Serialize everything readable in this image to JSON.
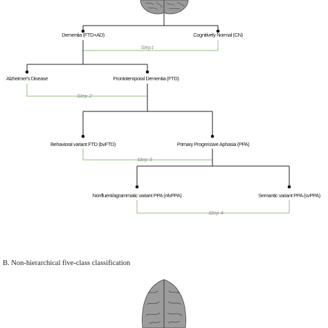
{
  "hierarchical": {
    "nodes": {
      "dementia": "Dementia (FTD+AD)",
      "cn": "Cognitively Normal (CN)",
      "ad": "Alzheimer's Disease",
      "ftd": "Frontotemporal Dementia (FTD)",
      "bvftd": "Behavioral variant FTD (bvFTD)",
      "ppa": "Primary Progressive Aphasia (PPA)",
      "nfvppa": "Nonfluent/agrammatic variant PPA (nfvPPA)",
      "svppa": "Semantic variant PPA (svPPA)"
    },
    "steps": {
      "step1": "Step1",
      "step2": "Step 2",
      "step3": "Step 3",
      "step4": "Step 4"
    }
  },
  "section_b": {
    "title": "B. Non-hierarchical five-class classification"
  }
}
